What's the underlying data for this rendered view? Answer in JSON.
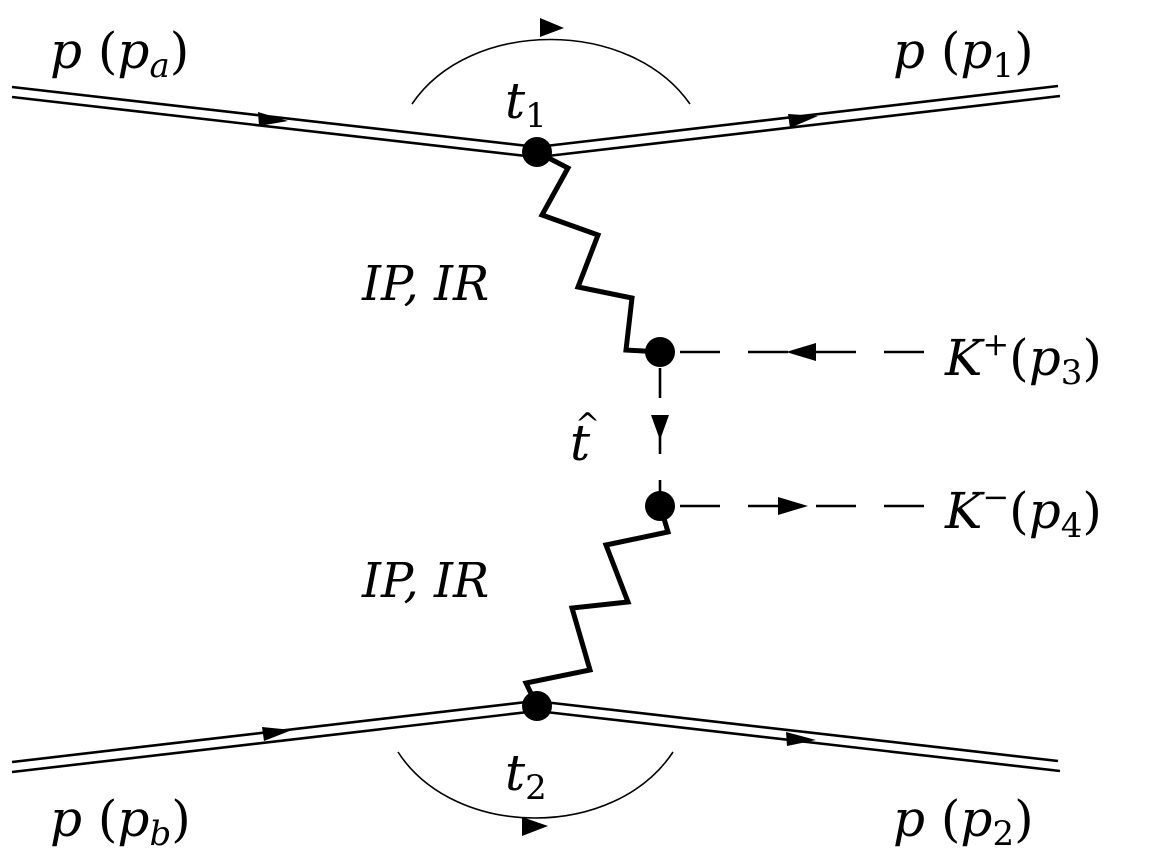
{
  "colors": {
    "ink": "#000000",
    "background": "#ffffff"
  },
  "labels": {
    "proton_a": {
      "main": "p",
      "paren_open": " (",
      "mom": "p",
      "sub": "a",
      "paren_close": ")"
    },
    "proton_1": {
      "main": "p",
      "paren_open": " (",
      "mom": "p",
      "sub": "1",
      "paren_close": ")"
    },
    "proton_b": {
      "main": "p",
      "paren_open": " (",
      "mom": "p",
      "sub": "b",
      "paren_close": ")"
    },
    "proton_2": {
      "main": "p",
      "paren_open": " (",
      "mom": "p",
      "sub": "2",
      "paren_close": ")"
    },
    "t1": {
      "main": "t",
      "sub": "1"
    },
    "t2": {
      "main": "t",
      "sub": "2"
    },
    "that": {
      "hat": "^",
      "main": "t"
    },
    "exchange_top": "IP, IR",
    "exchange_bottom": "IP, IR",
    "kaon_plus": {
      "main": "K",
      "sup": "+",
      "paren_open": "(",
      "mom": "p",
      "sub": "3",
      "paren_close": ")"
    },
    "kaon_minus": {
      "main": "K",
      "sup": "−",
      "paren_open": "(",
      "mom": "p",
      "sub": "4",
      "paren_close": ")"
    }
  }
}
